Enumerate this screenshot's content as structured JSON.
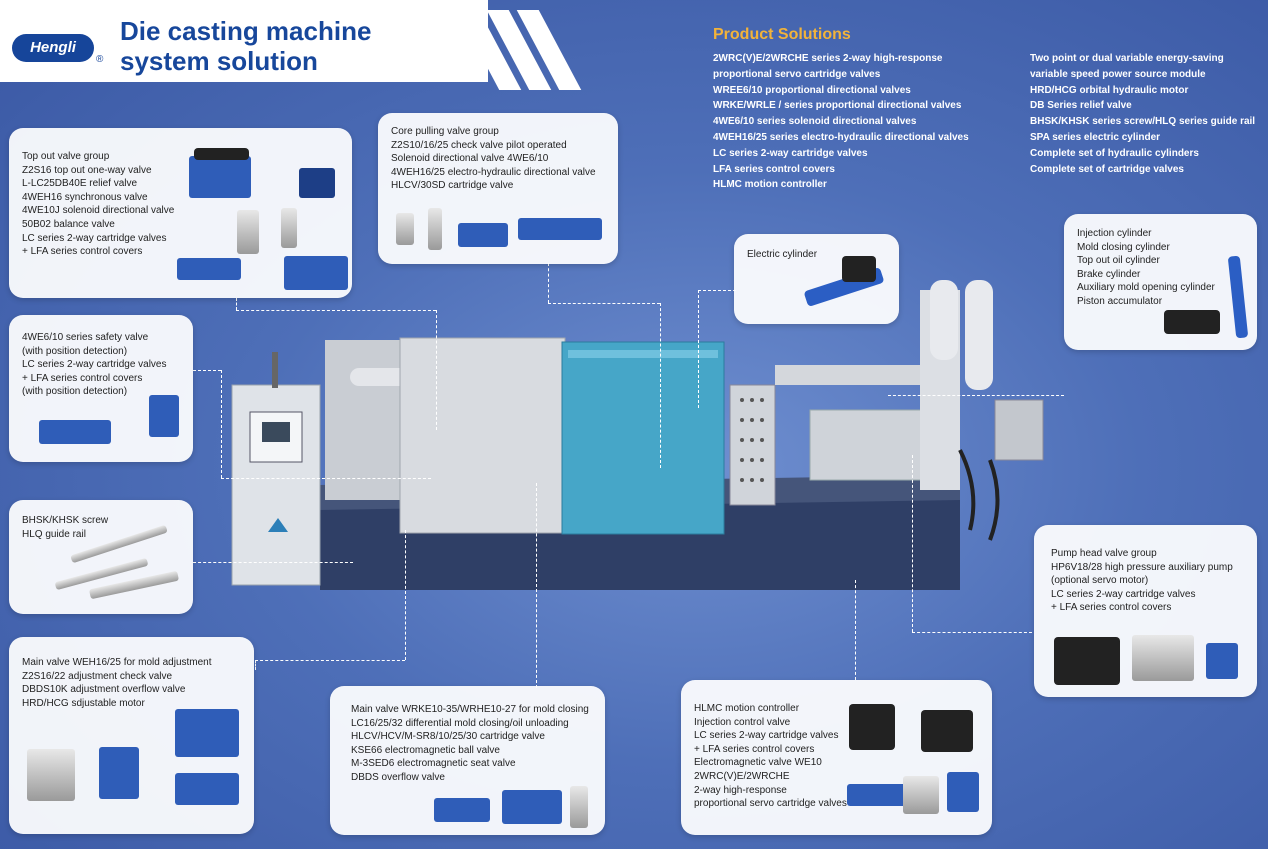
{
  "header": {
    "logo_text": "Hengli",
    "reg_mark": "®",
    "title_line1": "Die casting machine",
    "title_line2": "system solution"
  },
  "product_solutions": {
    "title": "Product Solutions",
    "col1": [
      "2WRC(V)E/2WRCHE series 2-way high-response",
      "proportional servo cartridge valves",
      "WREE6/10 proportional directional valves",
      "WRKE/WRLE / series proportional directional valves",
      "4WE6/10 series solenoid directional valves",
      "4WEH16/25 series electro-hydraulic directional valves",
      "LC series 2-way cartridge valves",
      "LFA series control covers",
      "HLMC motion controller"
    ],
    "col2": [
      "Two point or dual variable energy-saving",
      "variable speed power source module",
      "HRD/HCG orbital hydraulic motor",
      "DB Series relief valve",
      "BHSK/KHSK series screw/HLQ series guide rail",
      "SPA series electric cylinder",
      "Complete set of hydraulic cylinders",
      "Complete set of cartridge valves"
    ]
  },
  "cards": {
    "top_out": [
      "Top out valve group",
      "Z2S16 top out one-way valve",
      "L-LC25DB40E relief valve",
      "4WEH16 synchronous valve",
      "4WE10J solenoid directional valve",
      "50B02 balance valve",
      "LC series 2-way cartridge valves",
      "+ LFA series control covers"
    ],
    "core_pulling": [
      "Core pulling valve group",
      "Z2S10/16/25 check valve pilot operated",
      "Solenoid directional valve 4WE6/10",
      "4WEH16/25 electro-hydraulic directional valve",
      "HLCV/30SD cartridge valve"
    ],
    "electric_cylinder": [
      "Electric cylinder"
    ],
    "cylinders": [
      "Injection cylinder",
      "Mold closing cylinder",
      "Top out oil cylinder",
      "Brake cylinder",
      "Auxiliary mold opening cylinder",
      "Piston accumulator"
    ],
    "safety": [
      "4WE6/10 series safety valve",
      "(with position detection)",
      "LC series 2-way cartridge valves",
      "+ LFA series control covers",
      "(with position detection)"
    ],
    "screw": [
      "BHSK/KHSK screw",
      "HLQ guide rail"
    ],
    "pump": [
      "Pump head valve group",
      "HP6V18/28 high pressure auxiliary pump",
      "(optional servo motor)",
      "LC series 2-way cartridge valves",
      "+ LFA series control covers"
    ],
    "main_adjust": [
      "Main valve WEH16/25 for mold adjustment",
      "Z2S16/22 adjustment check valve",
      "DBDS10K adjustment overflow valve",
      "HRD/HCG sdjustable motor"
    ],
    "main_closing": [
      "Main valve WRKE10-35/WRHE10-27 for mold closing",
      "LC16/25/32 differential mold closing/oil unloading",
      "HLCV/HCV/M-SR8/10/25/30 cartridge valve",
      "KSE66 electromagnetic ball valve",
      "M-3SED6 electromagnetic seat valve",
      "DBDS overflow valve"
    ],
    "hlmc": [
      "HLMC motion controller",
      "Injection control valve",
      "LC series 2-way cartridge valves",
      "+ LFA series control covers",
      "Electromagnetic valve WE10",
      "2WRC(V)E/2WRCHE",
      "2-way high-response",
      "proportional servo cartridge valves"
    ]
  },
  "colors": {
    "accent_orange": "#f2b33a",
    "brand_blue": "#17479b",
    "machine_teal": "#46a6c8"
  }
}
